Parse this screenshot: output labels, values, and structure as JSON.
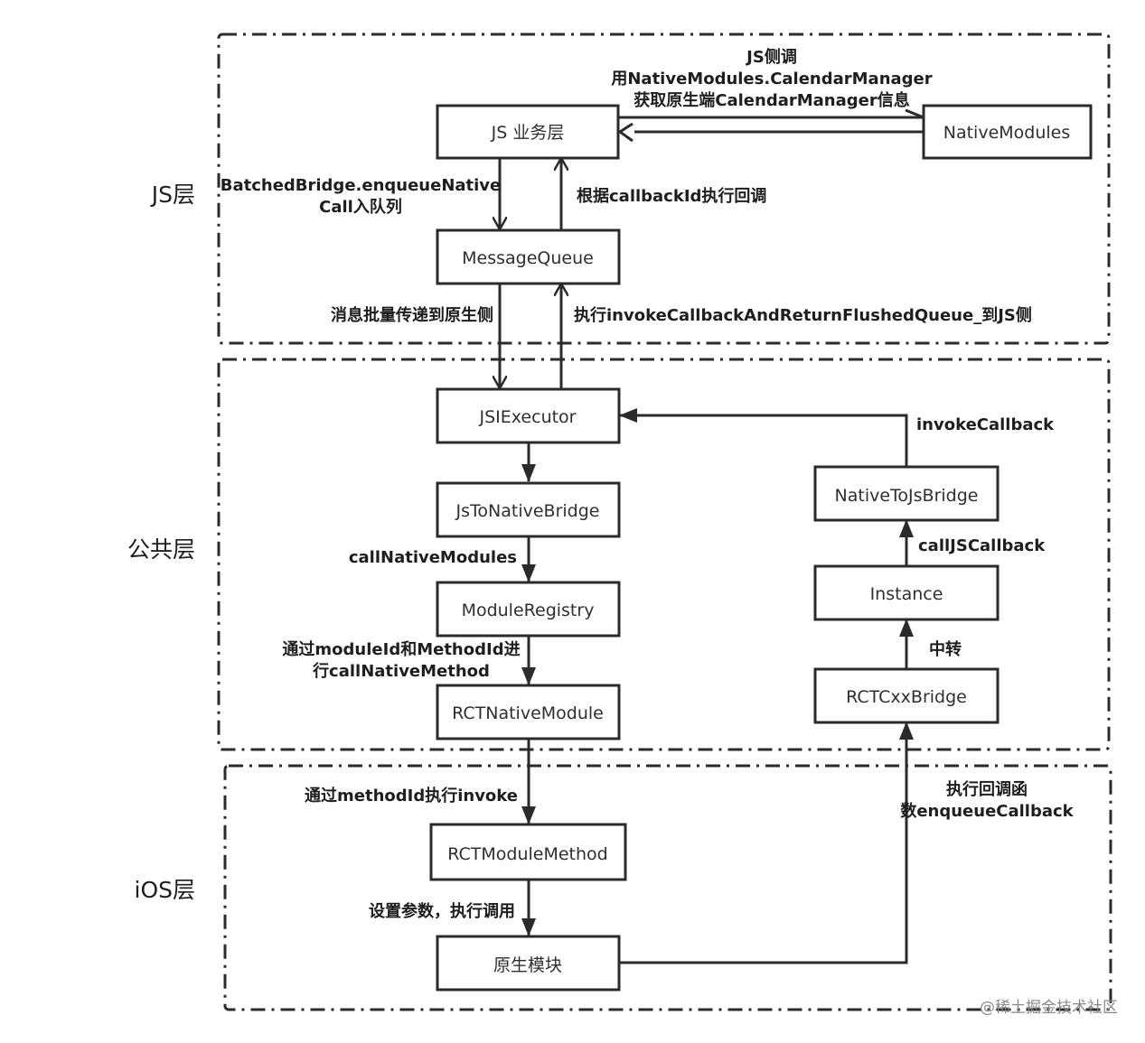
{
  "layers": {
    "js": "JS层",
    "common": "公共层",
    "ios": "iOS层"
  },
  "nodes": {
    "js_business": "JS 业务层",
    "native_modules": "NativeModules",
    "message_queue": "MessageQueue",
    "jsi_executor": "JSIExecutor",
    "js_to_native_bridge": "JsToNativeBridge",
    "module_registry": "ModuleRegistry",
    "rct_native_module": "RCTNativeModule",
    "rct_module_method": "RCTModuleMethod",
    "native_module": "原生模块",
    "native_to_js_bridge": "NativeToJsBridge",
    "instance": "Instance",
    "rct_cxx_bridge": "RCTCxxBridge"
  },
  "edge_labels": {
    "js_call_line1": "JS侧调",
    "js_call_line2": "用NativeModules.CalendarManager",
    "js_call_line3": "获取原生端CalendarManager信息",
    "enqueue_line1": "BatchedBridge.enqueueNative",
    "enqueue_line2": "Call入队列",
    "callback_by_id": "根据callbackId执行回调",
    "batch_to_native": "消息批量传递到原生侧",
    "invoke_callback_flushed": "执行invokeCallbackAndReturnFlushedQueue_到JS侧",
    "invoke_callback": "invokeCallback",
    "call_native_modules": "callNativeModules",
    "call_js_callback": "callJSCallback",
    "module_method_line1": "通过moduleId和MethodId进",
    "module_method_line2": "行callNativeMethod",
    "relay": "中转",
    "invoke_by_method_id": "通过methodId执行invoke",
    "enqueue_callback_line1": "执行回调函",
    "enqueue_callback_line2": "数enqueueCallback",
    "set_params": "设置参数，执行调用"
  },
  "watermark": "@稀土掘金技术社区",
  "colors": {
    "stroke": "#2b2b2b",
    "text": "#1e1e1e",
    "background": "#ffffff",
    "watermark": "#8a8a8a"
  }
}
